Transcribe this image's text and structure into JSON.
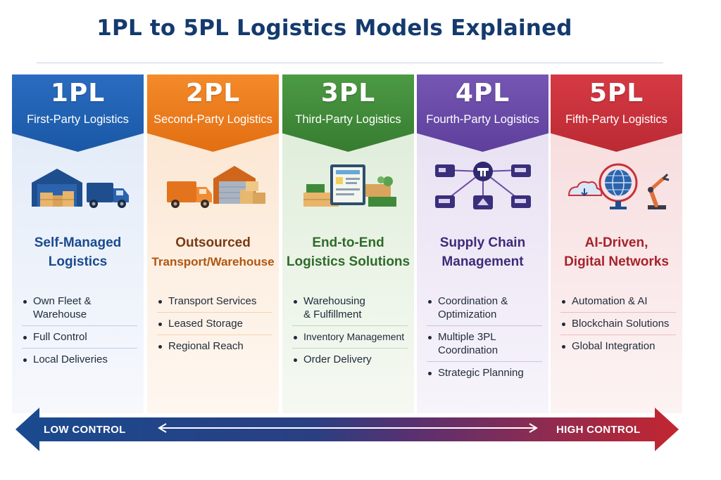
{
  "title": "1PL to 5PL Logistics Models Explained",
  "colors": {
    "title": "#143a6e",
    "c1": "#1f5fb0",
    "c2": "#ec7a1c",
    "c3": "#3f8a3a",
    "c4": "#6a4aa6",
    "c5": "#c8303b",
    "arrow_left": "#1a4a8f",
    "arrow_right": "#c32630"
  },
  "columns": [
    {
      "code": "1PL",
      "name": "First-Party Logistics",
      "icon": "warehouse-truck-icon",
      "subtitle": [
        "Self-Managed",
        "Logistics"
      ],
      "bullets": [
        [
          "Own Fleet & Warehouse"
        ],
        [
          "Full Control"
        ],
        [
          "Local Deliveries"
        ]
      ]
    },
    {
      "code": "2PL",
      "name": "Second-Party Logistics",
      "icon": "truck-warehouse-boxes-icon",
      "subtitle": [
        "Outsourced",
        "Transport/Warehouse"
      ],
      "bullets": [
        [
          "Transport Services"
        ],
        [
          "Leased Storage"
        ],
        [
          "Regional Reach"
        ]
      ]
    },
    {
      "code": "3PL",
      "name": "Third-Party Logistics",
      "icon": "tablet-boxes-icon",
      "subtitle": [
        "End-to-End",
        "Logistics Solutions"
      ],
      "bullets": [
        [
          "Warehousing",
          "& Fulfillment"
        ],
        [
          "Inventory Management"
        ],
        [
          "Order Delivery"
        ]
      ]
    },
    {
      "code": "4PL",
      "name": "Fourth-Party Logistics",
      "icon": "network-hub-icon",
      "subtitle": [
        "Supply Chain",
        "Management"
      ],
      "bullets": [
        [
          "Coordination &",
          "Optimization"
        ],
        [
          "Multiple 3PL",
          "Coordination"
        ],
        [
          "Strategic Planning"
        ]
      ]
    },
    {
      "code": "5PL",
      "name": "Fifth-Party Logistics",
      "icon": "globe-robot-arm-icon",
      "subtitle": [
        "AI-Driven,",
        "Digital Networks"
      ],
      "bullets": [
        [
          "Automation & AI"
        ],
        [
          "Blockchain Solutions"
        ],
        [
          "Global Integration"
        ]
      ]
    }
  ],
  "arrow": {
    "left_label": "LOW CONTROL",
    "right_label": "HIGH CONTROL"
  }
}
